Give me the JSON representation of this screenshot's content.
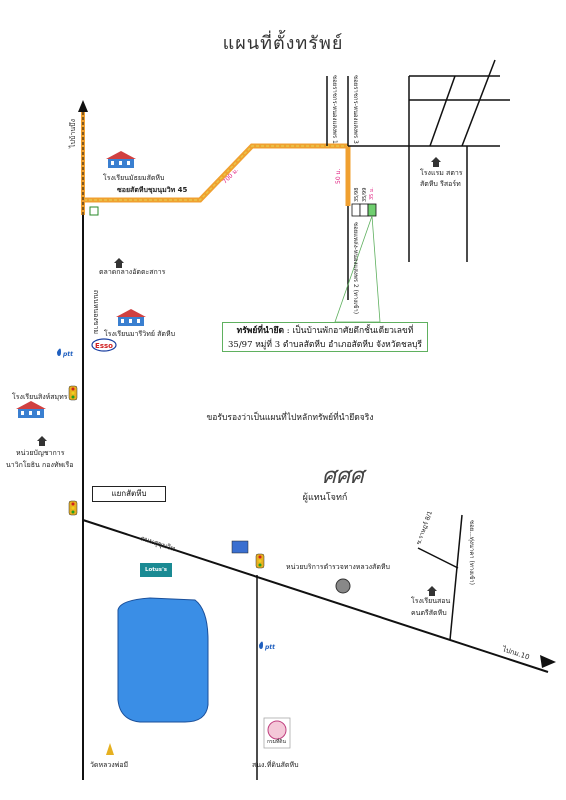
{
  "title": "แผนที่ตั้งทรัพย์",
  "roads": {
    "to_bang_bo": "ไปบ้านบึง",
    "nong_kham": "ถนนหนองขาม",
    "sukhumvit": "ถนนสุขุมวิท",
    "soi_1_upper": "ซอยราชกร-หนองแสงพร 1",
    "soi_3_upper": "ซอยราชกร-หนองแสงพร 3",
    "soi_2_lower": "ซอยแหล่ง-หนองแสงพร 2 (ทางเข้า)",
    "soi_sattahip_45": "ซอยสัตหีบชุมนุมวิท 45",
    "to_km10": "ไปกม.10",
    "sai_lower": "ซ.ราษฎร์ 8/1",
    "sai_right": "ซอย...ทุ่งนาคา (ทางเข้า)"
  },
  "distances": {
    "d1": "700 ม.",
    "d2": "50 ม.",
    "d3": "35 ม."
  },
  "plots": {
    "p1": "35/98",
    "p2": "35/99"
  },
  "places": {
    "school_top": "โรงเรียนมัธยมสัตหีบ",
    "market": "ตลาดกลางอัตตะสการ",
    "school_mid": "โรงเรียนมารีวิทย์ สัตหีบ",
    "school_left": "โรงเรียนสิงห์สมุทร",
    "navy_unit": "หน่วยบัญชาการ",
    "navy_unit_2": "นาวิกโยธิน กองทัพเรือ",
    "hotel": "โรงแรม สตาร",
    "hotel_2": "สัตหีบ รีสอร์ท",
    "highway_unit": "หน่วยบริการตำรวจทางหลวงสัตหีบ",
    "school_lower": "โรงเรียนสอน",
    "school_lower_2": "คนตรีสัตหีบ",
    "temple": "วัดหลวงพ่อมี",
    "post": "สนง.ที่ดินสัตหีบ",
    "land_office": "กรมที่ดิน"
  },
  "brands": {
    "ptt": "ptt",
    "esso": "Esso",
    "lotus": "Lotus's"
  },
  "callout": {
    "label": "ทรัพย์ที่นำยึด",
    "line1_rest": " : เป็นบ้านพักอาศัยตึกชั้นเดียวเลขที่",
    "line2": "35/97 หมู่ที่ 3 ตำบลสัตหีบ อำเภอสัตหีบ จังหวัดชลบุรี"
  },
  "junction": "แยกสัตหีบ",
  "certification": "ขอรับรองว่าเป็นแผนที่ไปหลักทรัพย์ที่นำยึดจริง",
  "signature": "ศศศ",
  "owner": "ผู้แทนโจทก์",
  "colors": {
    "road": "#111111",
    "route_orange": "#f0a030",
    "route_inner": "#e6c84a",
    "pond": "#3a8ee6",
    "property": "#6fcf6f",
    "callout_border": "#5fb05f",
    "distance_text": "#e02080"
  }
}
